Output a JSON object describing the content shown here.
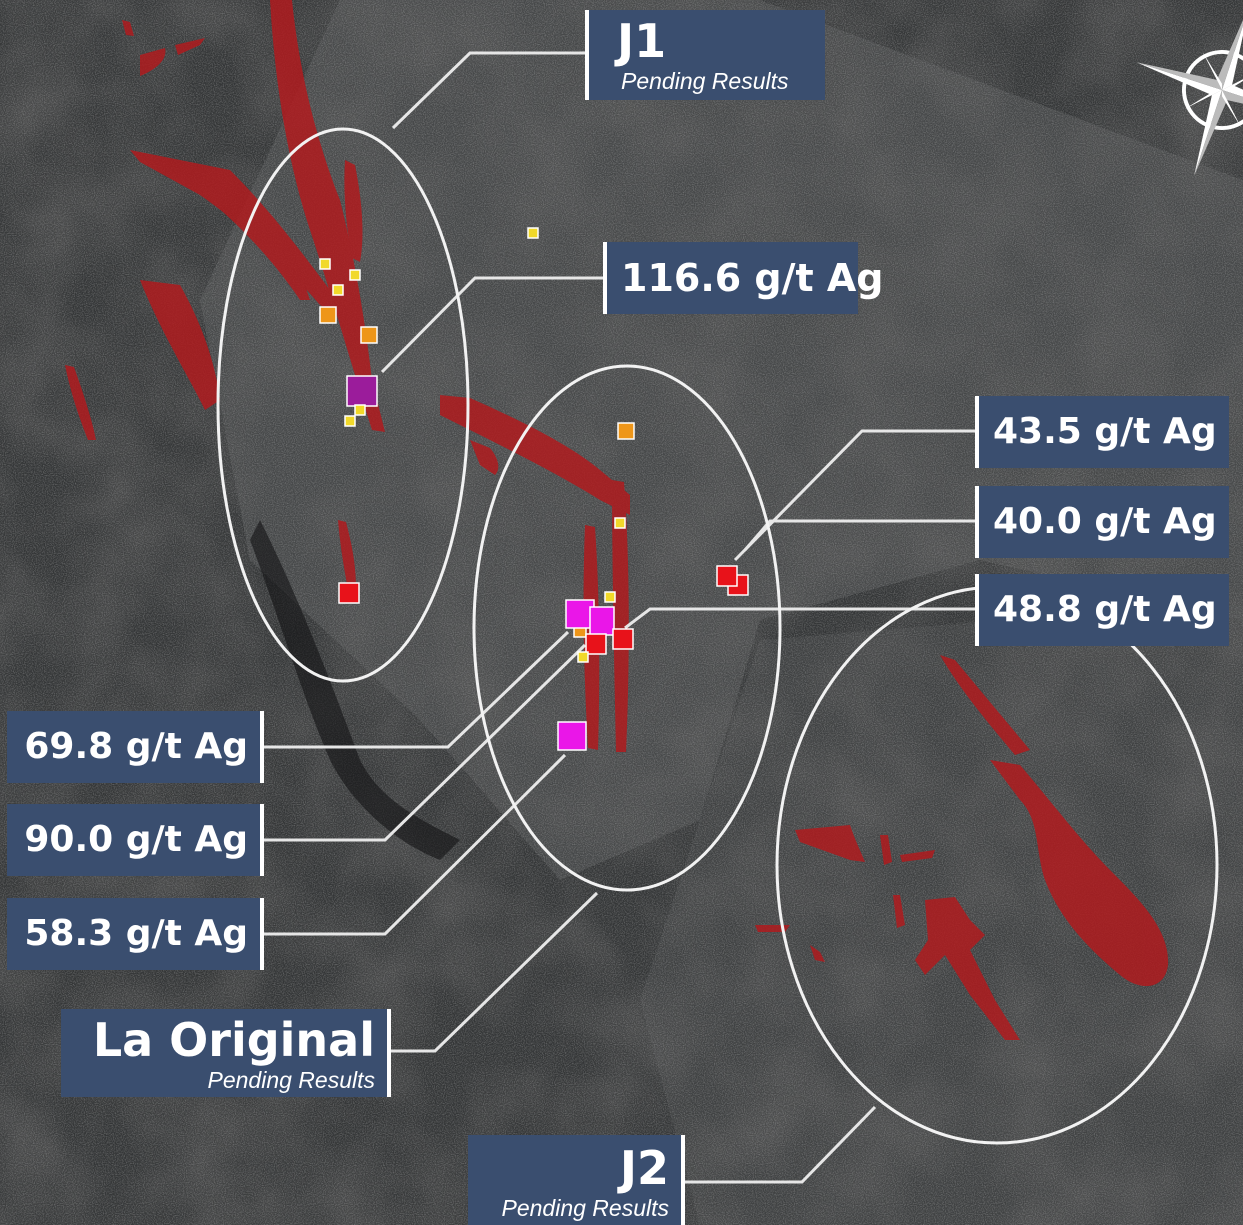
{
  "zones": {
    "j1": {
      "title": "J1",
      "subtitle": "Pending Results"
    },
    "la_original": {
      "title": "La Original",
      "subtitle": "Pending Results"
    },
    "j2": {
      "title": "J2",
      "subtitle": "Pending Results"
    }
  },
  "assays": {
    "a1": "116.6 g/t Ag",
    "a2": "43.5 g/t Ag",
    "a3": "40.0 g/t Ag",
    "a4": "48.8 g/t Ag",
    "a5": "69.8 g/t Ag",
    "a6": "90.0 g/t Ag",
    "a7": "58.3 g/t Ag"
  },
  "colors": {
    "label_bg": "#3a4e6f",
    "vein": "#b3191c",
    "sample_magenta": "#ea16e8",
    "sample_purple": "#9b1c9b",
    "sample_red": "#e8121a",
    "sample_orange": "#ee9619",
    "sample_yellow": "#f1d92a"
  },
  "icons": {
    "compass": "compass-rose-icon"
  }
}
